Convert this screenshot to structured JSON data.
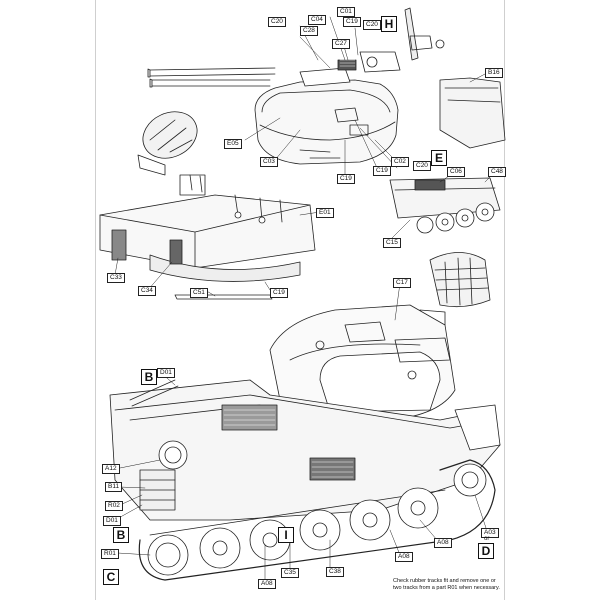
{
  "part_labels": {
    "C01": "C01",
    "C04": "C04",
    "C19_a": "C19",
    "C20_a": "C20",
    "C20_b": "C20",
    "C28": "C28",
    "C27": "C27",
    "B16": "B16",
    "E05": "E05",
    "C03": "C03",
    "C19_b": "C19",
    "C02": "C02",
    "C20_c": "C20",
    "C19_c": "C19",
    "C06": "C06",
    "C48": "C48",
    "C15": "C15",
    "E01": "E01",
    "C33": "C33",
    "C34": "C34",
    "C51": "C51",
    "C19_d": "C19",
    "C17": "C17",
    "D01_a": "D01",
    "A12": "A12",
    "B11": "B11",
    "R02": "R02",
    "D01_b": "D01",
    "R01": "R01",
    "A08_a": "A08",
    "C35": "C35",
    "C38": "C38",
    "A08_b": "A08",
    "A08_c": "A08",
    "A03": "A03"
  },
  "step_markers": {
    "H": "H",
    "E": "E",
    "B_top": "B",
    "B_mid": "B",
    "I": "I",
    "C": "C",
    "D": "D"
  },
  "or_text": "or",
  "note_text": "Check rubber tracks fit and remove one or two tracks from a part R01 when necessary."
}
